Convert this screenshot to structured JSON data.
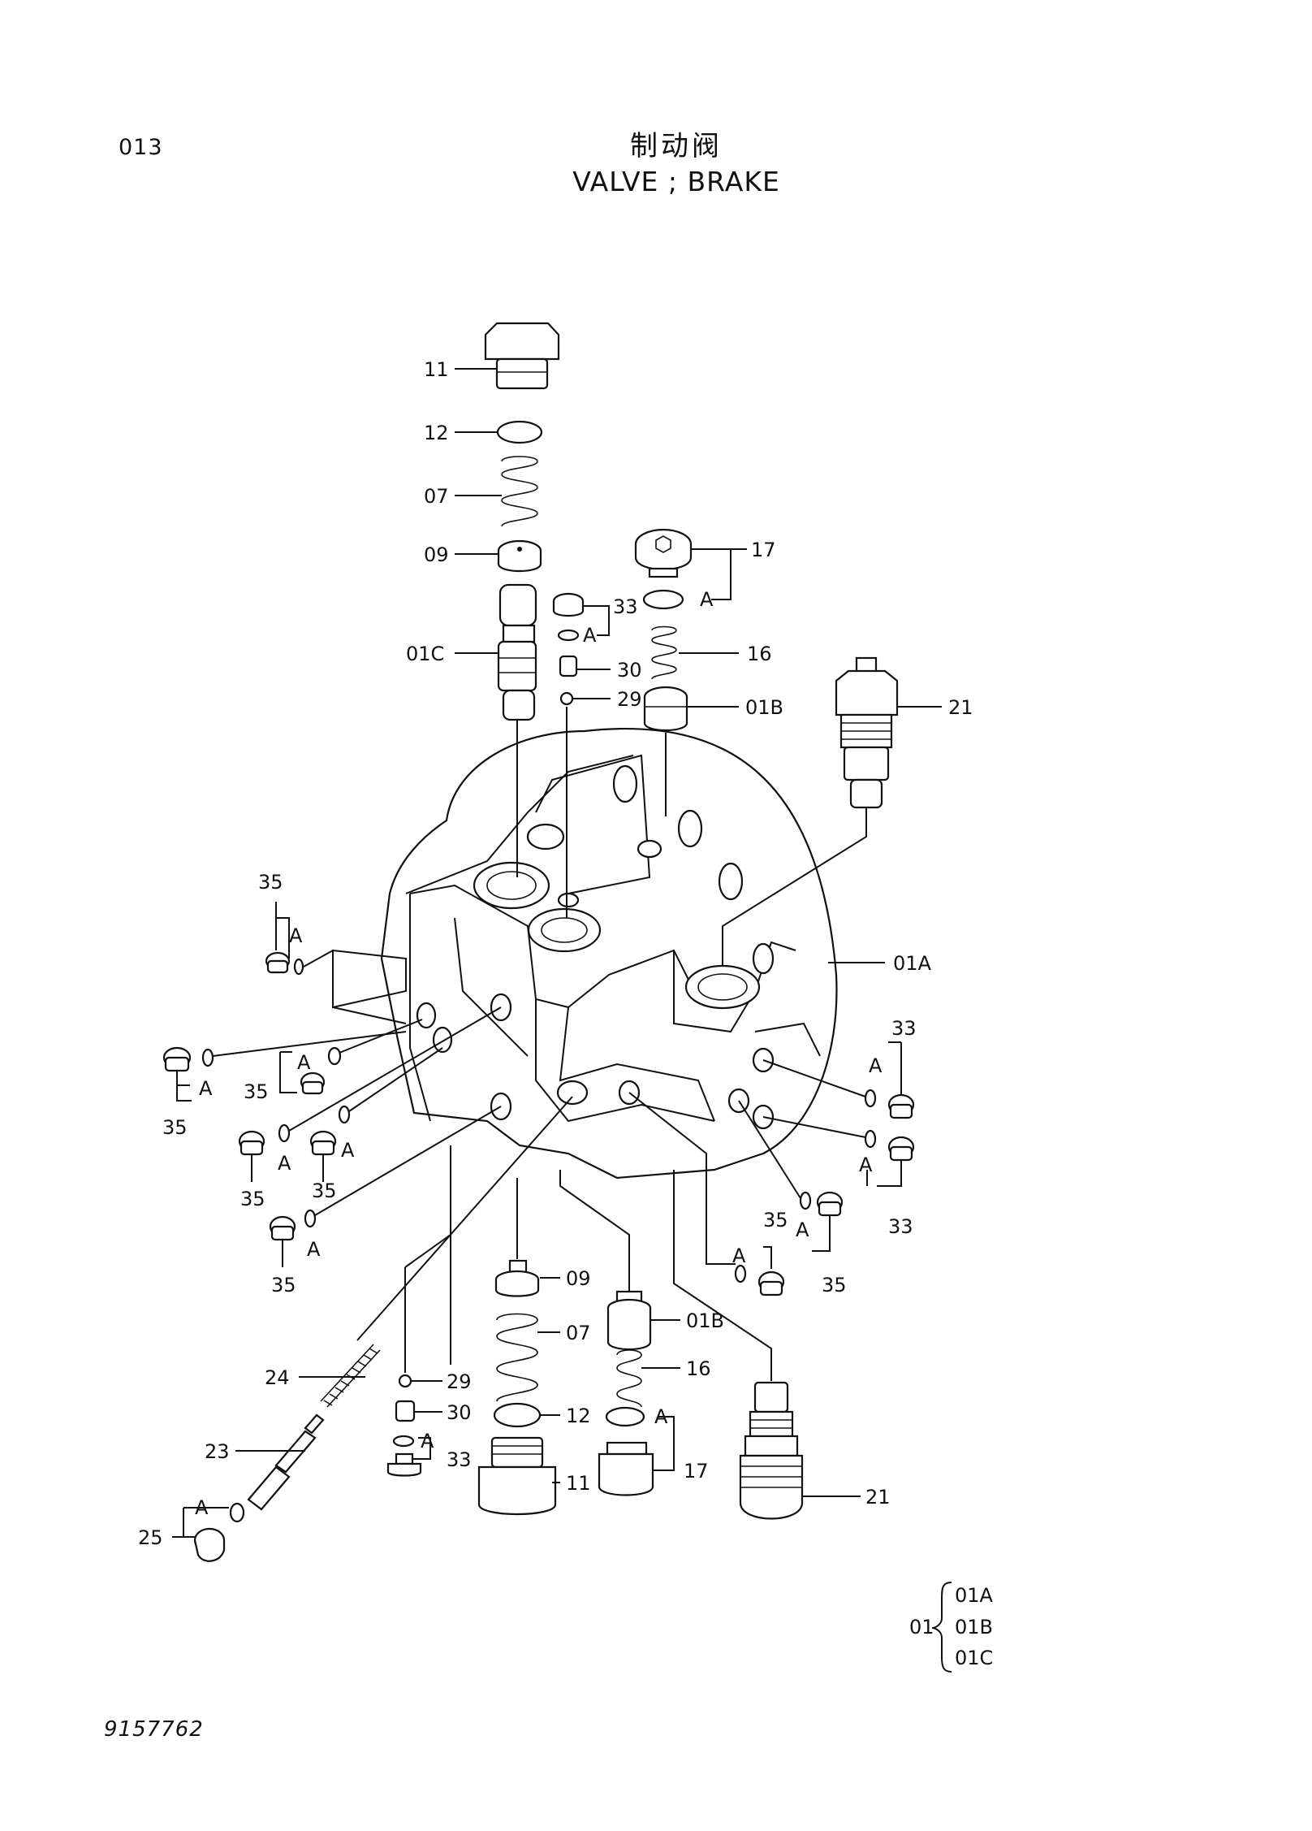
{
  "header": {
    "page_code": "013",
    "title_cn": "制动阀",
    "title_en": "VALVE ; BRAKE"
  },
  "footer": {
    "doc_number": "9157762"
  },
  "legend": {
    "group": "01",
    "items": [
      "01A",
      "01B",
      "01C"
    ]
  },
  "callouts": [
    {
      "id": "c-11-top",
      "label": "11"
    },
    {
      "id": "c-12-top",
      "label": "12"
    },
    {
      "id": "c-07-top",
      "label": "07"
    },
    {
      "id": "c-09-top",
      "label": "09"
    },
    {
      "id": "c-01C",
      "label": "01C"
    },
    {
      "id": "c-17-top",
      "label": "17"
    },
    {
      "id": "c-33-top",
      "label": "33"
    },
    {
      "id": "c-30-top",
      "label": "30"
    },
    {
      "id": "c-29-top",
      "label": "29"
    },
    {
      "id": "c-16-top",
      "label": "16"
    },
    {
      "id": "c-01B-top",
      "label": "01B"
    },
    {
      "id": "c-21-top",
      "label": "21"
    },
    {
      "id": "c-01A",
      "label": "01A"
    },
    {
      "id": "c-35-a",
      "label": "35"
    },
    {
      "id": "c-35-b",
      "label": "35"
    },
    {
      "id": "c-35-c",
      "label": "35"
    },
    {
      "id": "c-35-d",
      "label": "35"
    },
    {
      "id": "c-35-e",
      "label": "35"
    },
    {
      "id": "c-35-f",
      "label": "35"
    },
    {
      "id": "c-35-g",
      "label": "35"
    },
    {
      "id": "c-35-h",
      "label": "35"
    },
    {
      "id": "c-33-r1",
      "label": "33"
    },
    {
      "id": "c-33-r2",
      "label": "33"
    },
    {
      "id": "c-09-bot",
      "label": "09"
    },
    {
      "id": "c-01B-bot",
      "label": "01B"
    },
    {
      "id": "c-07-bot",
      "label": "07"
    },
    {
      "id": "c-16-bot",
      "label": "16"
    },
    {
      "id": "c-24",
      "label": "24"
    },
    {
      "id": "c-29-bot",
      "label": "29"
    },
    {
      "id": "c-30-bot",
      "label": "30"
    },
    {
      "id": "c-12-bot",
      "label": "12"
    },
    {
      "id": "c-23",
      "label": "23"
    },
    {
      "id": "c-33-bot",
      "label": "33"
    },
    {
      "id": "c-11-bot",
      "label": "11"
    },
    {
      "id": "c-17-bot",
      "label": "17"
    },
    {
      "id": "c-21-bot",
      "label": "21"
    },
    {
      "id": "c-25",
      "label": "25"
    }
  ],
  "seal_marker": "A"
}
